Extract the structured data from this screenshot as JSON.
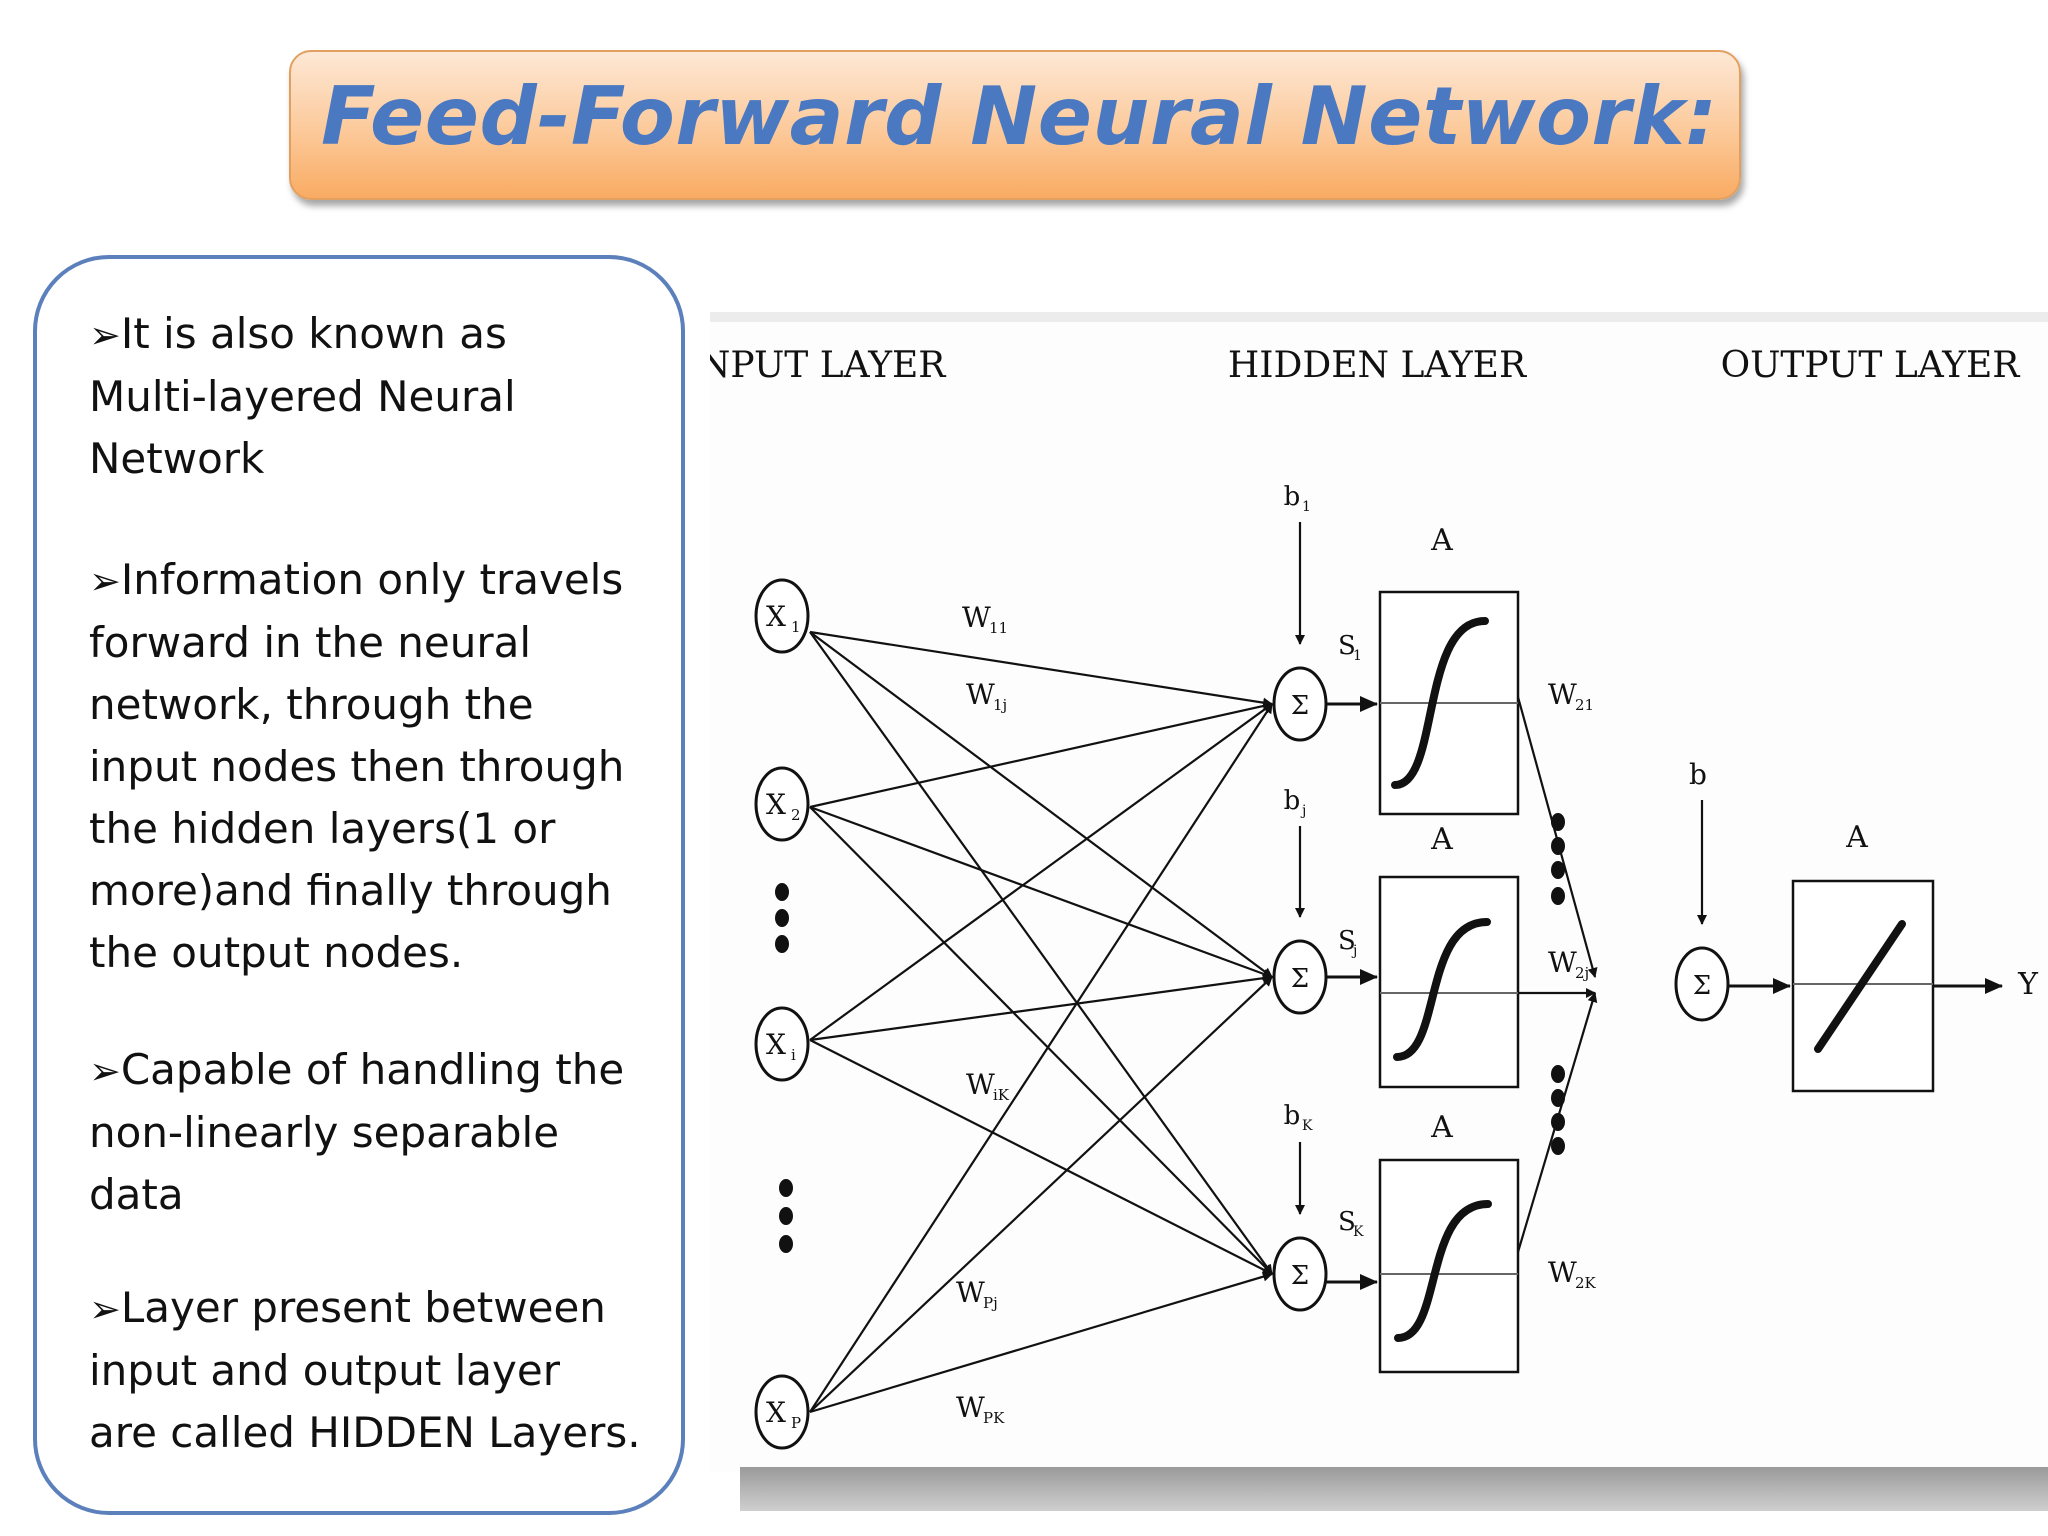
{
  "title": "Feed-Forward Neural Network:",
  "bullets": [
    {
      "lines": [
        "It is also known as",
        "Multi-layered Neural",
        "Network"
      ]
    },
    {
      "lines": [
        "Information only travels",
        "forward in the neural",
        "network, through the",
        "input nodes then through",
        "the hidden layers(1 or",
        "more)and finally through",
        "the output nodes."
      ]
    },
    {
      "lines": [
        "Capable of handling the",
        "non-linearly separable",
        "data"
      ]
    },
    {
      "lines": [
        "Layer present between",
        "input and output layer",
        "are called HIDDEN Layers."
      ]
    }
  ],
  "diagram": {
    "layer_labels": {
      "input": "INPUT LAYER",
      "hidden": "HIDDEN LAYER",
      "output": "OUTPUT LAYER"
    },
    "input_nodes": [
      {
        "label": "X",
        "sub": "1"
      },
      {
        "label": "X",
        "sub": "2"
      },
      {
        "label": "X",
        "sub": "i"
      },
      {
        "label": "X",
        "sub": "P"
      }
    ],
    "hidden_units": [
      {
        "bias": "b",
        "bias_sub": "1",
        "sum": "Σ",
        "s": "S",
        "s_sub": "1",
        "act": "A",
        "w_out": "W",
        "w_out_sub": "21"
      },
      {
        "bias": "b",
        "bias_sub": "j",
        "sum": "Σ",
        "s": "S",
        "s_sub": "j",
        "act": "A",
        "w_out": "W",
        "w_out_sub": "2j"
      },
      {
        "bias": "b",
        "bias_sub": "K",
        "sum": "Σ",
        "s": "S",
        "s_sub": "K",
        "act": "A",
        "w_out": "W",
        "w_out_sub": "2K"
      }
    ],
    "input_weights": [
      {
        "label": "W",
        "sub": "11"
      },
      {
        "label": "W",
        "sub": "1j"
      },
      {
        "label": "W",
        "sub": "iK"
      },
      {
        "label": "W",
        "sub": "Pj"
      },
      {
        "label": "W",
        "sub": "PK"
      }
    ],
    "output_unit": {
      "bias": "b",
      "sum": "Σ",
      "act": "A",
      "output": "Y"
    }
  }
}
